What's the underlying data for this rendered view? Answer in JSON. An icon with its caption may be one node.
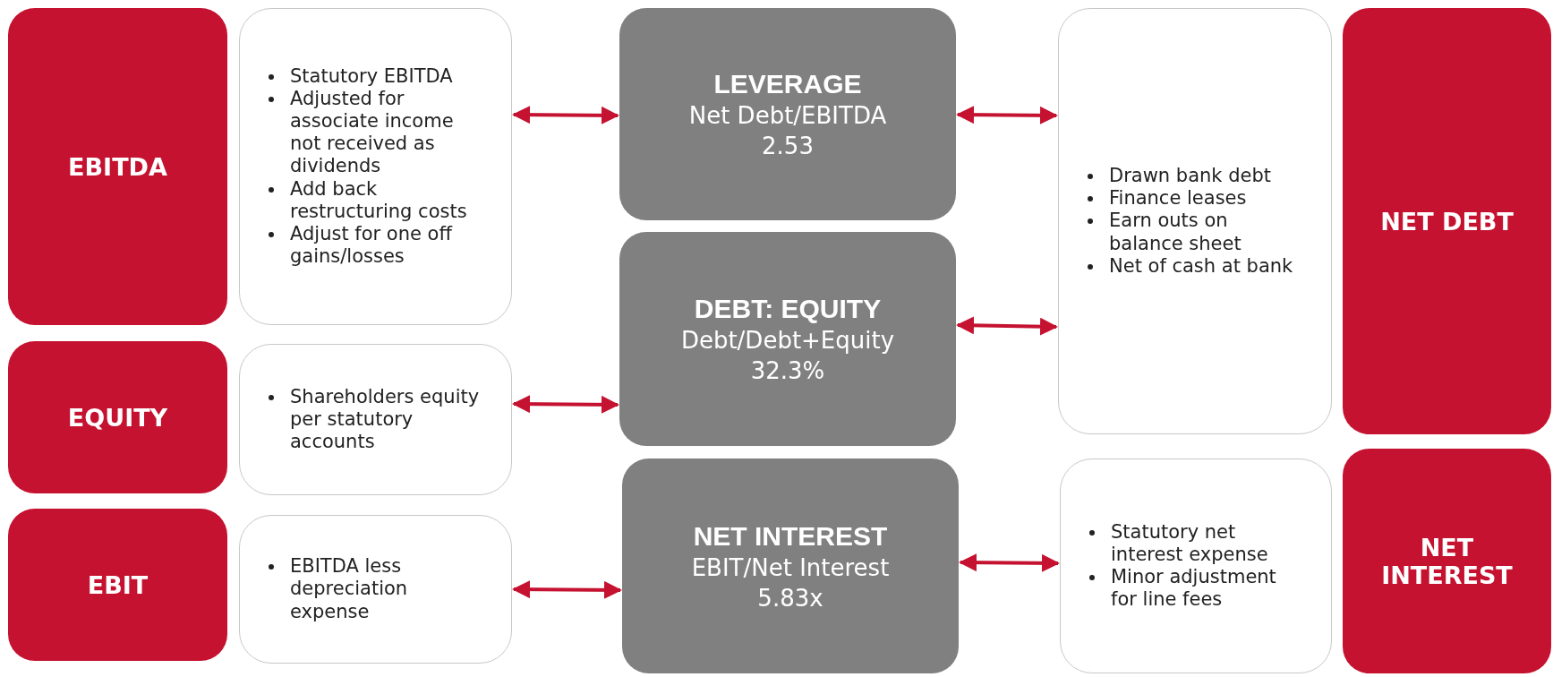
{
  "diagram": {
    "nodes": [
      {
        "text": [
          "EBITDA"
        ]
      },
      {
        "text": [
          "Statutory EBITDA",
          "Adjusted for associate income not received as dividends",
          "Add back restructuring costs",
          "Adjust for one off gains/losses"
        ]
      },
      {
        "text": [
          "LEVERAGE",
          "Net Debt/EBITDA",
          "2.53"
        ]
      },
      {
        "text": [
          "Drawn bank debt",
          "Finance leases",
          "Earn outs on balance sheet",
          "Net of cash at bank"
        ]
      },
      {
        "text": [
          "NET DEBT"
        ]
      },
      {
        "text": [
          "EQUITY"
        ]
      },
      {
        "text": [
          "Shareholders equity per statutory accounts"
        ]
      },
      {
        "text": [
          "DEBT: EQUITY",
          "Debt/Debt+Equity",
          "32.3%"
        ]
      },
      {
        "text": [
          "EBIT"
        ]
      },
      {
        "text": [
          "EBITDA less depreciation expense"
        ]
      },
      {
        "text": [
          "NET INTEREST",
          "EBIT/Net Interest",
          "5.83x"
        ]
      },
      {
        "text": [
          "Statutory net interest expense",
          "Minor adjustment for line fees"
        ]
      },
      {
        "text": [
          "NET INTEREST"
        ]
      }
    ],
    "edges": [
      {
        "from": 1,
        "to": 2,
        "arrow": "both"
      },
      {
        "from": 2,
        "to": 3,
        "arrow": "both"
      },
      {
        "from": 6,
        "to": 7,
        "arrow": "both"
      },
      {
        "from": 7,
        "to": 3,
        "arrow": "both"
      },
      {
        "from": 9,
        "to": 10,
        "arrow": "both"
      },
      {
        "from": 10,
        "to": 11,
        "arrow": "both"
      }
    ]
  }
}
